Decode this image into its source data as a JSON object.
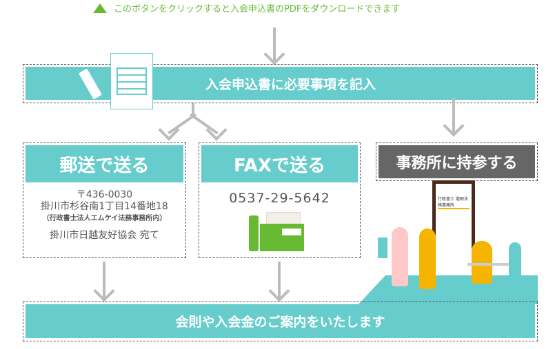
{
  "instruction": {
    "icon": "triangle-up-icon",
    "text": "このボタンをクリックすると入会申込書のPDFをダウンロードできます",
    "color": "#66bb33"
  },
  "step1": {
    "label": "入会申込書に必要事項を記入"
  },
  "postal": {
    "title": "郵送で送る",
    "zip": "〒436-0030",
    "address": "掛川市杉谷南1丁目14番地18",
    "office": "（行政書士法人エムケイ法務事務所内）",
    "recipient": "掛川市日越友好協会 宛て"
  },
  "fax": {
    "title": "FAXで送る",
    "number": "0537-29-5642"
  },
  "visit": {
    "title": "事務所に持参する",
    "sign": "行政書士 増田法務事務所"
  },
  "final": {
    "label": "会則や入会金のご案内をいたします"
  },
  "colors": {
    "teal": "#66cccc",
    "gray": "#666666",
    "green": "#66bb33",
    "yellow": "#f5b400",
    "pink": "#ffc8c8"
  }
}
